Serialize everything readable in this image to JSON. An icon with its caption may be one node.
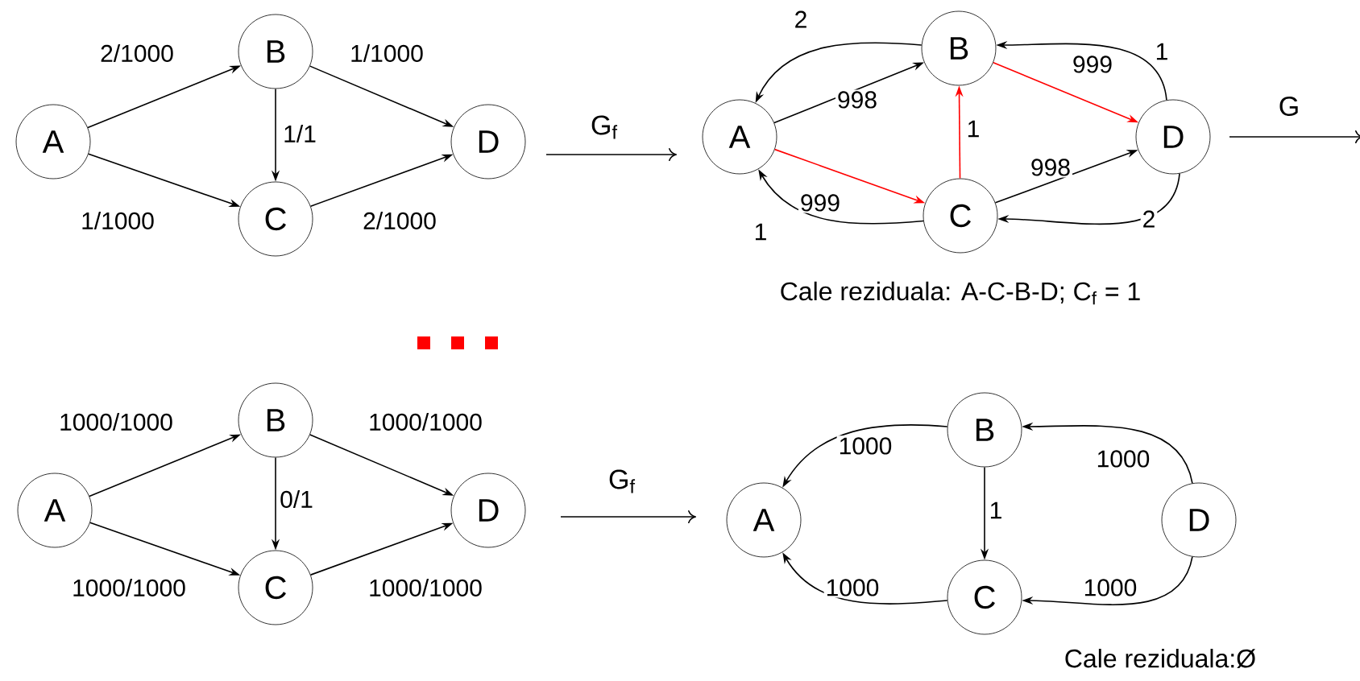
{
  "diagram": {
    "nodes": [
      {
        "text": [
          "A"
        ]
      },
      {
        "text": [
          "B"
        ]
      },
      {
        "text": [
          "C"
        ]
      },
      {
        "text": [
          "D"
        ]
      },
      {
        "text": [
          "A"
        ]
      },
      {
        "text": [
          "B"
        ]
      },
      {
        "text": [
          "C"
        ]
      },
      {
        "text": [
          "D"
        ]
      },
      {
        "text": [
          "A"
        ]
      },
      {
        "text": [
          "B"
        ]
      },
      {
        "text": [
          "C"
        ]
      },
      {
        "text": [
          "D"
        ]
      },
      {
        "text": [
          "A"
        ]
      },
      {
        "text": [
          "B"
        ]
      },
      {
        "text": [
          "C"
        ]
      },
      {
        "text": [
          "D"
        ]
      }
    ],
    "edges": [
      {
        "from": 0,
        "to": 1,
        "arrow": "to",
        "label": "2/1000"
      },
      {
        "from": 1,
        "to": 3,
        "arrow": "to",
        "label": "1/1000"
      },
      {
        "from": 1,
        "to": 2,
        "arrow": "to",
        "label": "1/1"
      },
      {
        "from": 0,
        "to": 2,
        "arrow": "to",
        "label": "1/1000"
      },
      {
        "from": 2,
        "to": 3,
        "arrow": "to",
        "label": "2/1000"
      },
      {
        "from": 5,
        "to": 4,
        "arrow": "to",
        "label": "2"
      },
      {
        "from": 4,
        "to": 5,
        "arrow": "to",
        "label": "998"
      },
      {
        "from": 5,
        "to": 7,
        "arrow": "to",
        "label": "999",
        "color": "#ff0000"
      },
      {
        "from": 7,
        "to": 5,
        "arrow": "to",
        "label": "1"
      },
      {
        "from": 6,
        "to": 5,
        "arrow": "to",
        "label": "1",
        "color": "#ff0000"
      },
      {
        "from": 4,
        "to": 6,
        "arrow": "to",
        "label": "999",
        "color": "#ff0000"
      },
      {
        "from": 6,
        "to": 4,
        "arrow": "to",
        "label": "1"
      },
      {
        "from": 6,
        "to": 7,
        "arrow": "to",
        "label": "998"
      },
      {
        "from": 7,
        "to": 6,
        "arrow": "to",
        "label": "2"
      },
      {
        "from": 8,
        "to": 9,
        "arrow": "to",
        "label": "1000/1000"
      },
      {
        "from": 9,
        "to": 11,
        "arrow": "to",
        "label": "1000/1000"
      },
      {
        "from": 9,
        "to": 10,
        "arrow": "to",
        "label": "0/1"
      },
      {
        "from": 8,
        "to": 10,
        "arrow": "to",
        "label": "1000/1000"
      },
      {
        "from": 10,
        "to": 11,
        "arrow": "to",
        "label": "1000/1000"
      },
      {
        "from": 13,
        "to": 12,
        "arrow": "to",
        "label": "1000"
      },
      {
        "from": 15,
        "to": 13,
        "arrow": "to",
        "label": "1000"
      },
      {
        "from": 13,
        "to": 14,
        "arrow": "to",
        "label": "1"
      },
      {
        "from": 14,
        "to": 12,
        "arrow": "to",
        "label": "1000"
      },
      {
        "from": 15,
        "to": 14,
        "arrow": "to",
        "label": "1000"
      }
    ],
    "labels": [
      "G$_{f}$",
      "G",
      "Cale reziduala: A-C-B-D; C$_{f}$ = 1",
      "G$_{f}$",
      "Cale reziduala:Ø"
    ]
  }
}
